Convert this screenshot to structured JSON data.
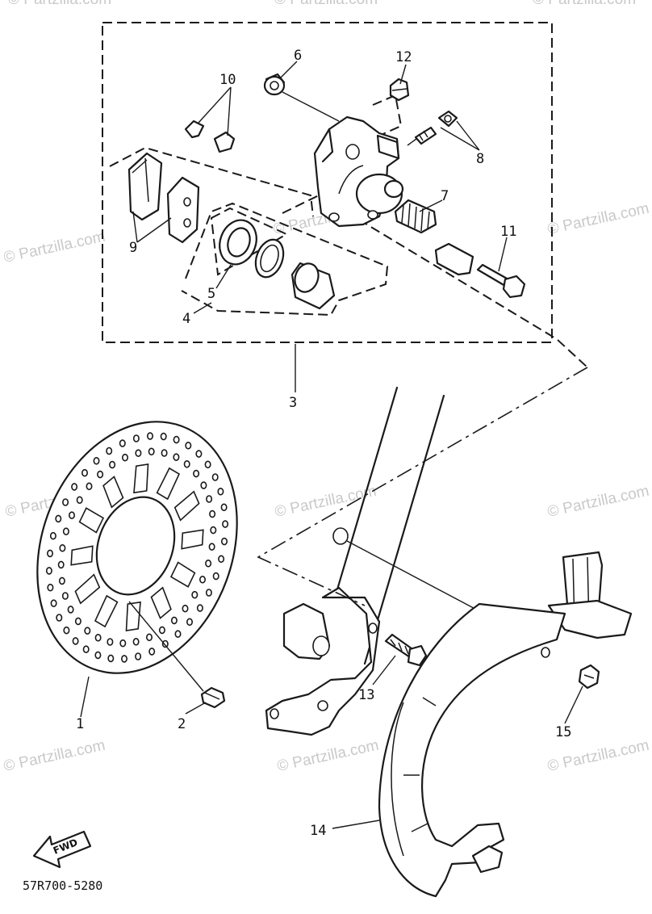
{
  "watermark_text": "© Partzilla.com",
  "diagram_code": "57R700-5280",
  "direction_label": "FWD",
  "callouts": [
    "1",
    "2",
    "3",
    "4",
    "5",
    "6",
    "7",
    "8",
    "9",
    "10",
    "11",
    "12",
    "13",
    "14",
    "15"
  ]
}
